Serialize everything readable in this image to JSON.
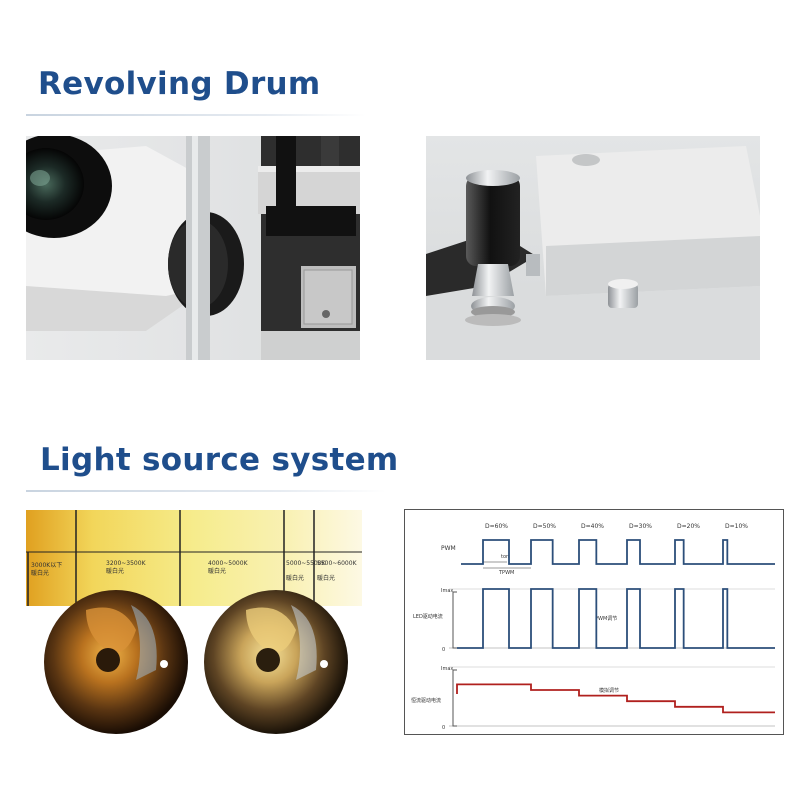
{
  "headings": {
    "revolving_drum": "Revolving  Drum",
    "light_source": "Light source system"
  },
  "color_strip": {
    "segments": [
      {
        "label": "3000K以下",
        "sub": "暖白光"
      },
      {
        "label": "3200~3500K",
        "sub": "暖白光"
      },
      {
        "label": "4000~5000K",
        "sub": "暖白光"
      },
      {
        "label": "5000~5500K",
        "sub": "暖白光"
      },
      {
        "label": "5500~6000K",
        "sub": "暖白光"
      }
    ]
  },
  "pwm_chart": {
    "duty_labels": [
      "D=60%",
      "D=50%",
      "D=40%",
      "D=30%",
      "D=20%",
      "D=10%"
    ],
    "row1_label": "PWM",
    "row2_label": "LED驱动电流",
    "row3_label": "恒流驱动电流",
    "imax_label": "Imax",
    "zero_label": "0",
    "ton_label": "ton",
    "tpwm_label": "TPWM",
    "pwm_adjust_label": "PWM调节",
    "analog_adjust_label": "模拟调节"
  },
  "colors": {
    "heading": "#1f4e8c",
    "pwm_line": "#2c4f7a",
    "analog_line": "#b0201e"
  }
}
